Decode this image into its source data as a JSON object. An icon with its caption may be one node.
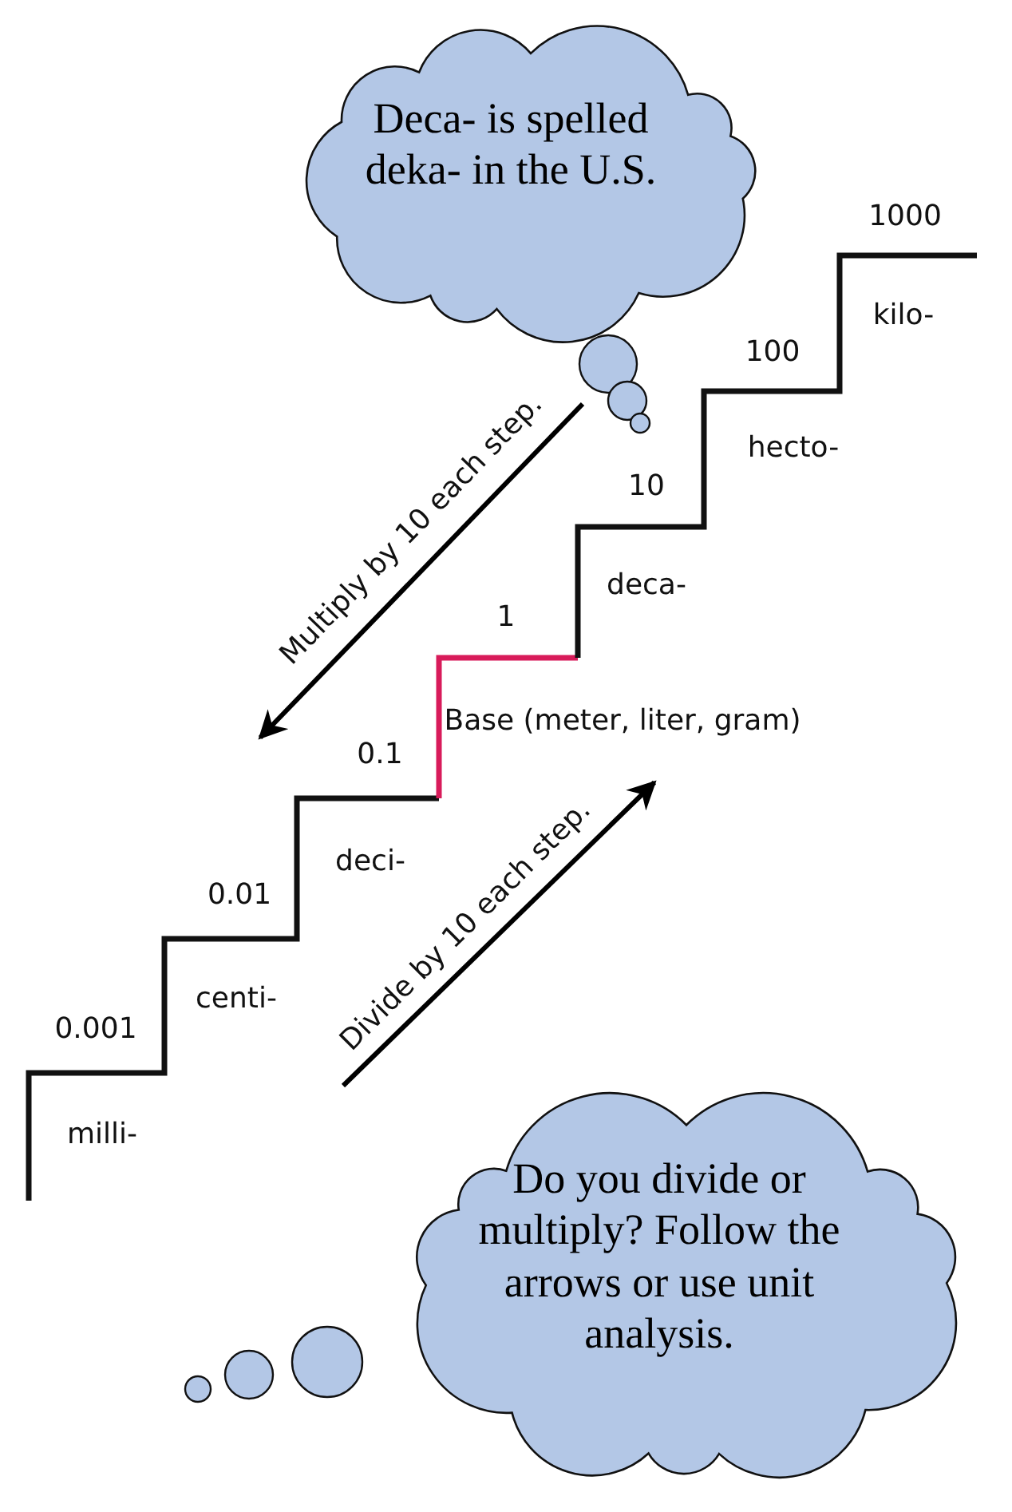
{
  "diagram": {
    "nodes": [
      {
        "text": [
          "Deca- is spelled deka- in the U.S."
        ]
      },
      {
        "text": [
          "Do you divide or multiply? Follow the arrows or use unit analysis."
        ]
      }
    ],
    "labels": [
      "1000",
      "kilo-",
      "100",
      "hecto-",
      "Multiply by 10 each step.",
      "10",
      "deca-",
      "1",
      "Base (meter, liter, gram)",
      "0.1",
      "Divide by 10 each step.",
      "deci-",
      "0.01",
      "centi-",
      "0.001",
      "milli-"
    ]
  }
}
